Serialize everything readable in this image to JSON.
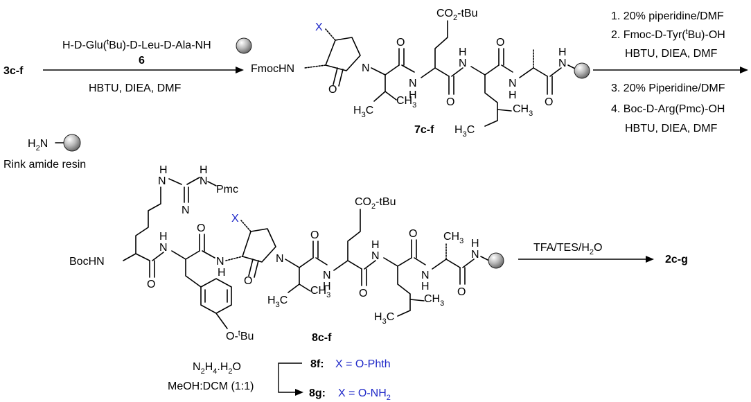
{
  "scheme": {
    "step1": {
      "start": "3c-f",
      "reagent_top_a": "H-D-Glu(",
      "reagent_top_sup": "t",
      "reagent_top_b": "Bu)-D-Leu-D-Ala-NH",
      "reagent_num": "6",
      "reagent_bottom": "HBTU, DIEA, DMF"
    },
    "intermediate": {
      "id": "7c-f",
      "x": "X",
      "fmoc": "FmocHN",
      "glu_ester": "CO",
      "glu_ester_sub": "2",
      "glu_ester_sup": "-t",
      "glu_ester_bu": "Bu"
    },
    "step2": {
      "l1": "1. 20% piperidine/DMF",
      "l2a": "2. Fmoc-D-Tyr(",
      "l2sup": "t",
      "l2b": "Bu)-OH",
      "l3": "HBTU, DIEA, DMF",
      "l4": "3. 20% Piperidine/DMF",
      "l5": "4. Boc-D-Arg(Pmc)-OH",
      "l6": "HBTU, DIEA, DMF"
    },
    "resin": {
      "h2n": "H",
      "h2n_sub": "2",
      "h2n_n": "N",
      "label": "Rink amide resin"
    },
    "product": {
      "id": "8c-f",
      "boc": "BocHN",
      "pmc": "Pmc",
      "otbu": "O-",
      "otbu_sup": "t",
      "otbu_bu": "Bu"
    },
    "step3": {
      "reagent": "TFA/TES/H",
      "reagent_sub": "2",
      "reagent_o": "O",
      "final": "2c-g"
    },
    "deprotection": {
      "r1a": "N",
      "r1s1": "2",
      "r1b": "H",
      "r1s2": "4",
      "r1c": ".H",
      "r1s3": "2",
      "r1d": "O",
      "r2": "MeOH:DCM (1:1)",
      "a_id": "8f:",
      "a_x": "X = O-Phth",
      "b_id": "8g:",
      "b_x": "X = O-NH",
      "b_sub": "2"
    },
    "atoms": {
      "N": "N",
      "H": "H",
      "O": "O",
      "CH3": "CH",
      "three": "3",
      "H3C_H": "H",
      "H3C_C": "C"
    }
  }
}
